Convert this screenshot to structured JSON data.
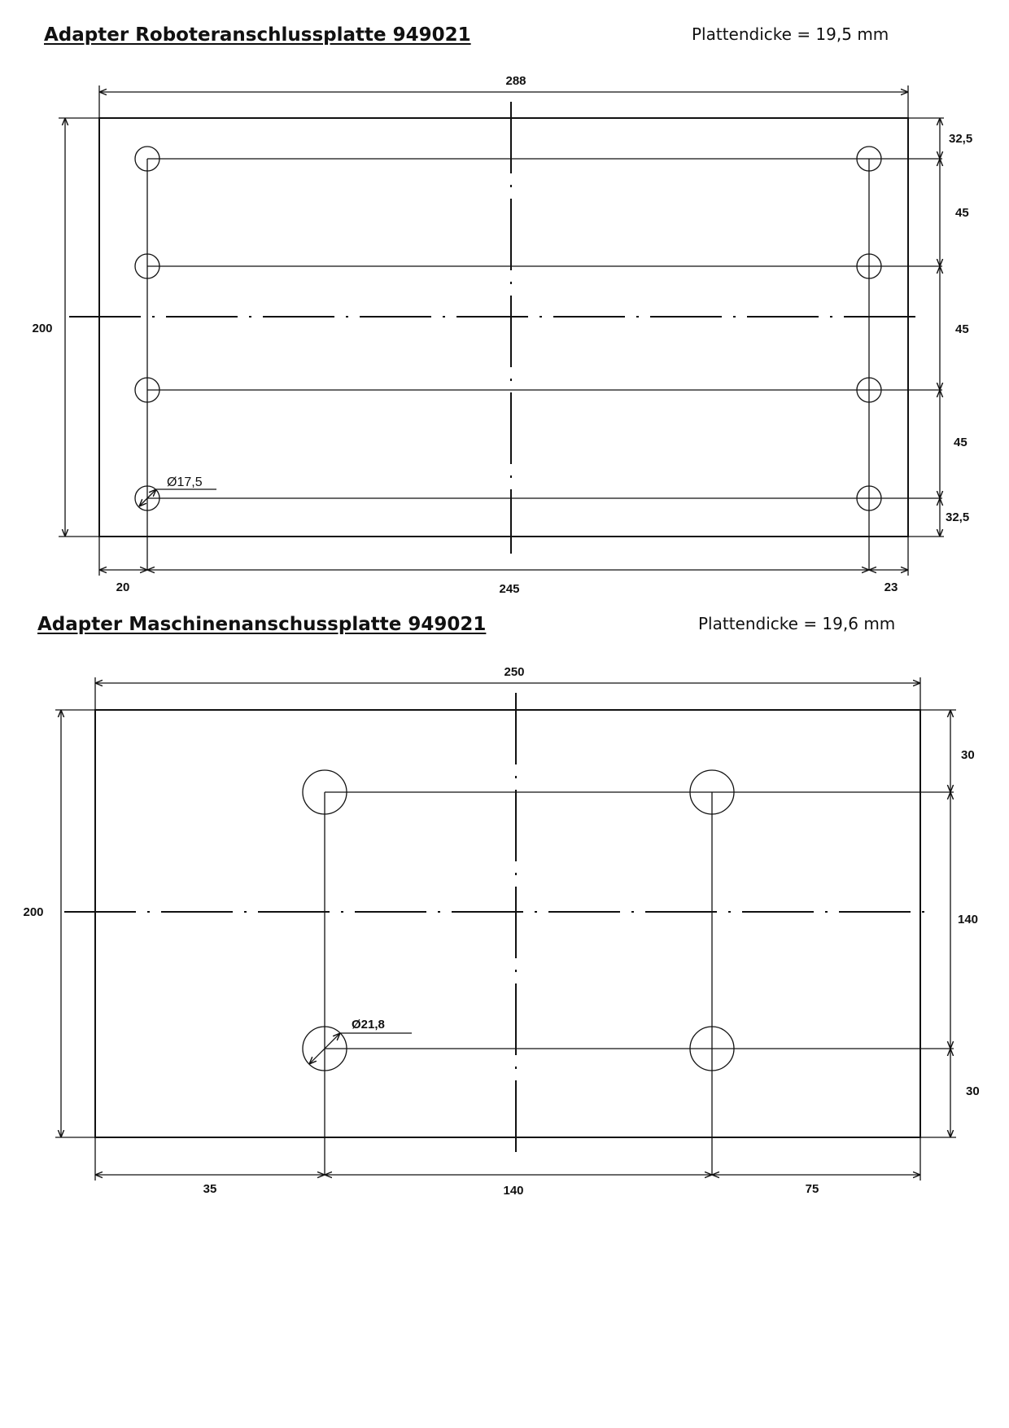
{
  "plate1": {
    "title": "Adapter Roboteranschlussplatte 949021",
    "thickness": "Plattendicke = 19,5 mm",
    "width": "288",
    "height": "200",
    "right_dims": [
      "32,5",
      "45",
      "45",
      "45",
      "32,5"
    ],
    "bottom_dims": [
      "20",
      "245",
      "23"
    ],
    "hole_label": "Ø17,5"
  },
  "plate2": {
    "title": "Adapter Maschinenanschussplatte 949021",
    "thickness": "Plattendicke = 19,6 mm",
    "width": "250",
    "height": "200",
    "right_dims": [
      "30",
      "140",
      "30"
    ],
    "bottom_dims": [
      "35",
      "140",
      "75"
    ],
    "hole_label": "Ø21,8"
  },
  "colors": {
    "line": "#111111"
  }
}
